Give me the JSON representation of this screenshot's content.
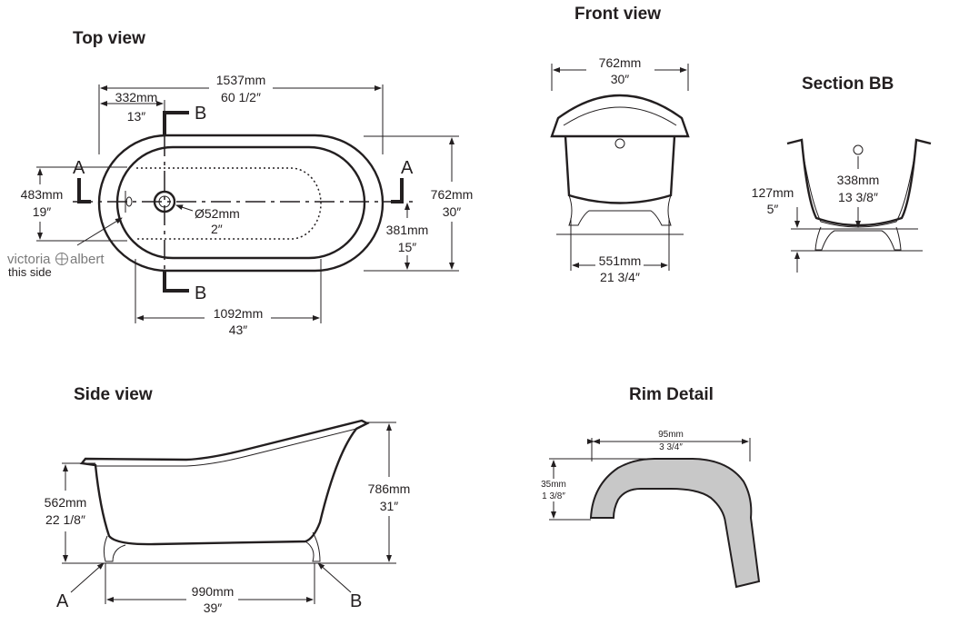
{
  "titles": {
    "top_view": "Top view",
    "front_view": "Front view",
    "section_bb": "Section BB",
    "side_view": "Side view",
    "rim_detail": "Rim Detail"
  },
  "top_view": {
    "overall_length_mm": "1537mm",
    "overall_length_in": "60 1/2″",
    "waste_offset_mm": "332mm",
    "waste_offset_in": "13″",
    "inner_width_mm": "483mm",
    "inner_width_in": "19″",
    "outer_width_mm": "762mm",
    "outer_width_in": "30″",
    "half_width_mm": "381mm",
    "half_width_in": "15″",
    "waste_dia_mm": "Ø52mm",
    "waste_dia_in": "2″",
    "base_length_mm": "1092mm",
    "base_length_in": "43″",
    "section_a": "A",
    "section_b": "B",
    "brand_left": "victoria",
    "brand_right": "albert",
    "brand_note": "this side"
  },
  "front_view": {
    "width_mm": "762mm",
    "width_in": "30″",
    "feet_width_mm": "551mm",
    "feet_width_in": "21 3/4″"
  },
  "section_bb": {
    "base_height_mm": "127mm",
    "base_height_in": "5″",
    "depth_mm": "338mm",
    "depth_in": "13 3/8″"
  },
  "side_view": {
    "rim_height_mm": "562mm",
    "rim_height_in": "22 1/8″",
    "max_height_mm": "786mm",
    "max_height_in": "31″",
    "feet_span_mm": "990mm",
    "feet_span_in": "39″",
    "foot_a": "A",
    "foot_b": "B"
  },
  "rim_detail": {
    "width_mm": "95mm",
    "width_in": "3 3/4″",
    "height_mm": "35mm",
    "height_in": "1 3/8″"
  }
}
